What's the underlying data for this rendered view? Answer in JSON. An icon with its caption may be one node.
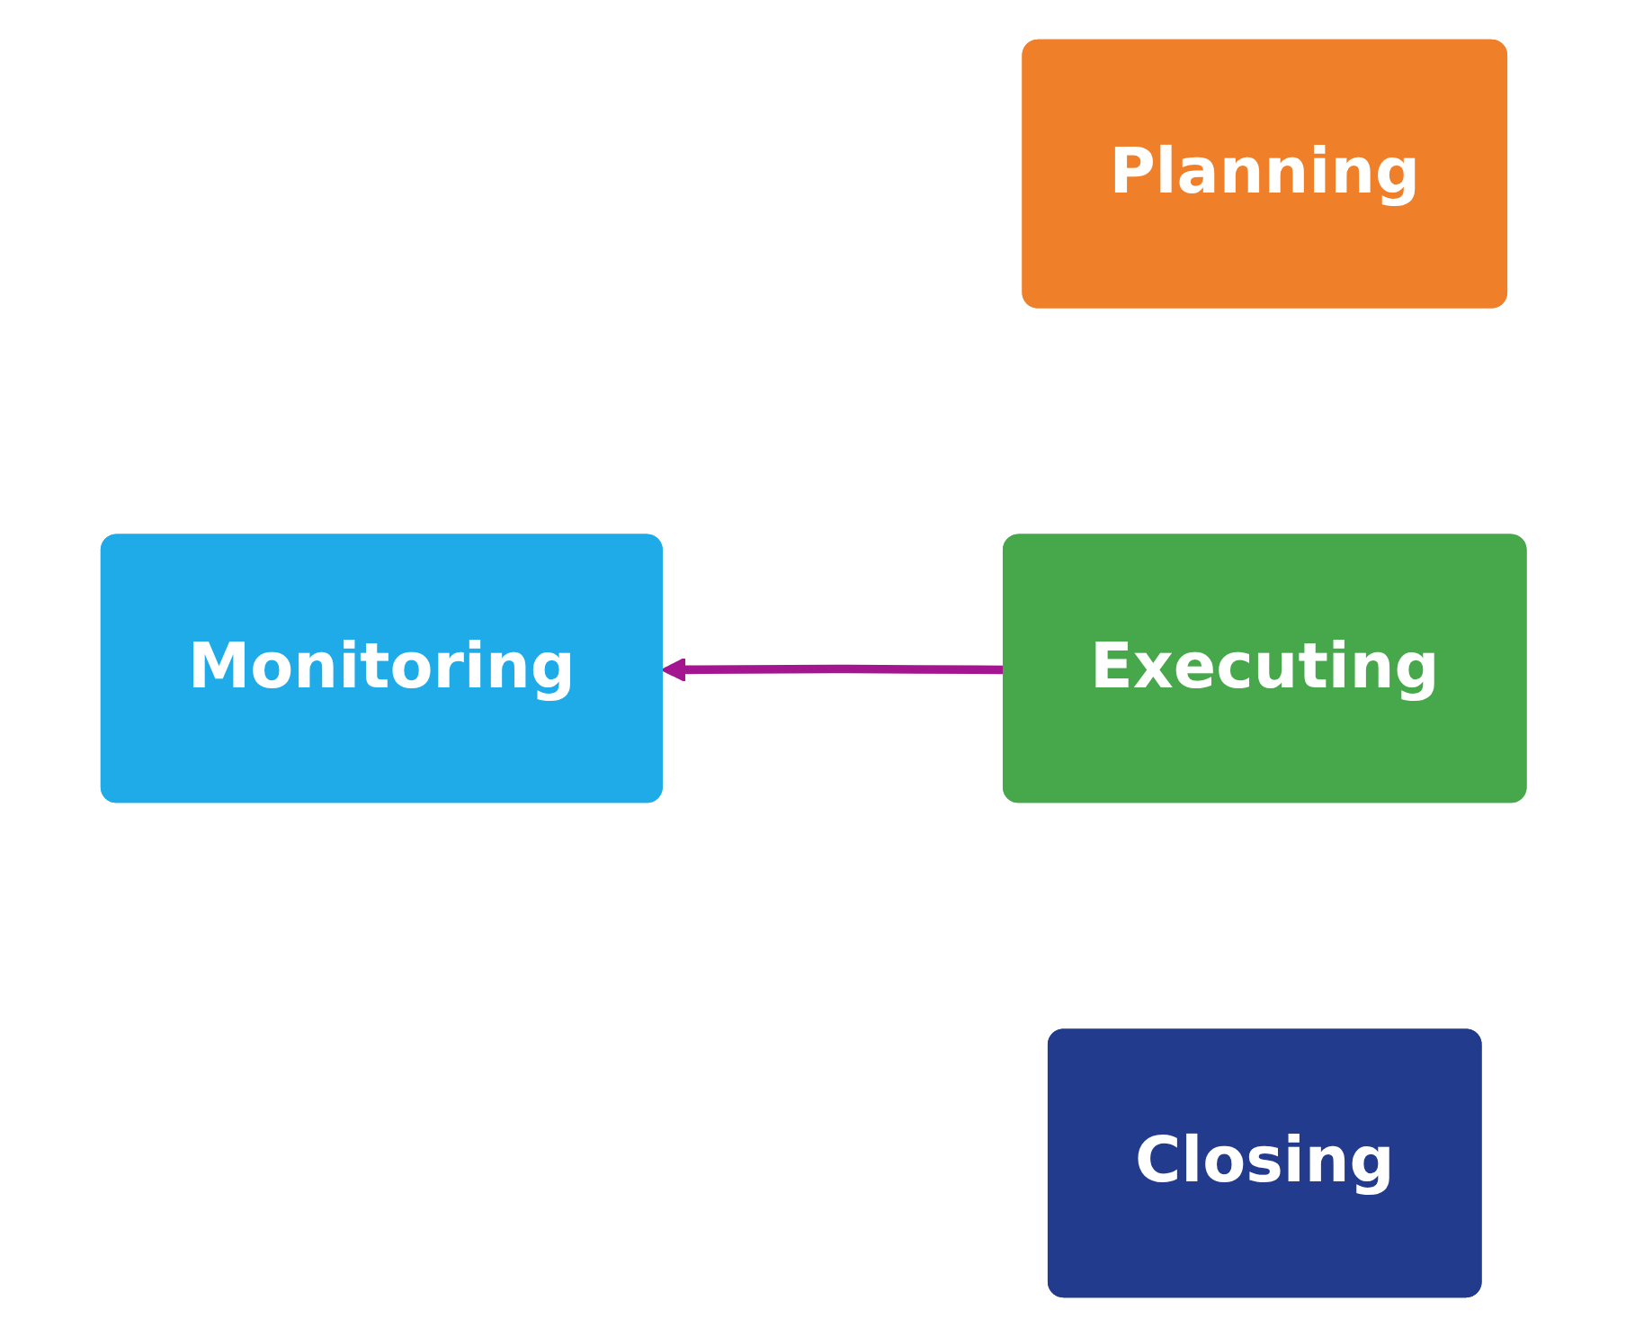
{
  "diagram": {
    "nodes": [
      {
        "text": [
          "Planning"
        ]
      },
      {
        "text": [
          "Monitoring"
        ]
      },
      {
        "text": [
          "Executing"
        ]
      },
      {
        "text": [
          "Closing"
        ]
      }
    ],
    "edges": [
      {
        "from": 2,
        "to": 1,
        "arrow": "to",
        "color": "#a3168f"
      }
    ]
  }
}
